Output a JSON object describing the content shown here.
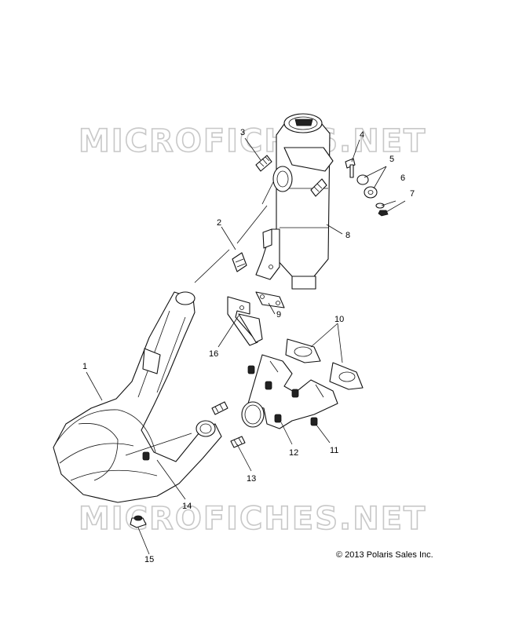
{
  "watermark": {
    "text": "MICROFICHES.NET"
  },
  "copyright": "© 2013 Polaris Sales Inc.",
  "callouts": [
    "1",
    "2",
    "3",
    "4",
    "5",
    "6",
    "7",
    "8",
    "9",
    "10",
    "11",
    "12",
    "13",
    "14",
    "15",
    "16"
  ]
}
